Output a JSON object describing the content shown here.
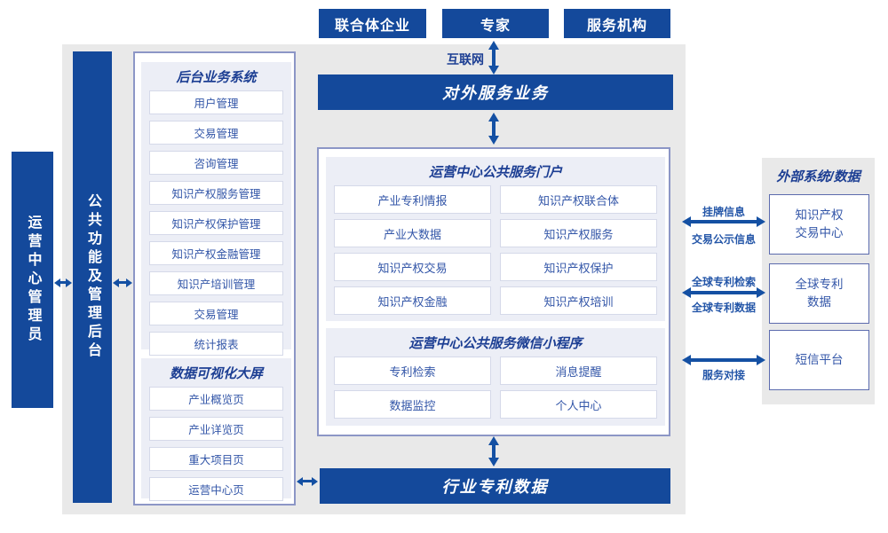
{
  "diagram": {
    "top_actors": [
      {
        "label": "联合体企业"
      },
      {
        "label": "专家"
      },
      {
        "label": "服务机构"
      }
    ],
    "internet_label": "互联网",
    "external_service_bar": "对外服务业务",
    "admin_sidebar": "运营中心管理员",
    "management_sidebar": "公共功能及管理后台",
    "backend_system": {
      "title": "后台业务系统",
      "items": [
        "用户管理",
        "交易管理",
        "咨询管理",
        "知识产权服务管理",
        "知识产权保护管理",
        "知识产权金融管理",
        "知识产培训管理",
        "交易管理",
        "统计报表"
      ]
    },
    "dashboard": {
      "title": "数据可视化大屏",
      "items": [
        "产业概览页",
        "产业详览页",
        "重大项目页",
        "运营中心页"
      ]
    },
    "portal": {
      "title": "运营中心公共服务门户",
      "items": [
        "产业专利情报",
        "知识产权联合体",
        "产业大数据",
        "知识产权服务",
        "知识产权交易",
        "知识产权保护",
        "知识产权金融",
        "知识产权培训"
      ]
    },
    "miniprogram": {
      "title": "运营中心公共服务微信小程序",
      "items": [
        "专利检索",
        "消息提醒",
        "数据监控",
        "个人中心"
      ]
    },
    "industry_data_bar": "行业专利数据",
    "external_systems": {
      "title": "外部系统/数据",
      "boxes": [
        "知识产权\n交易中心",
        "全球专利\n数据",
        "短信平台"
      ]
    },
    "links": [
      {
        "top": "挂牌信息",
        "bottom": "交易公示信息"
      },
      {
        "top": "全球专利检索",
        "bottom": "全球专利数据"
      },
      {
        "top": "",
        "bottom": "服务对接"
      }
    ]
  },
  "colors": {
    "primary_blue": "#14499B",
    "arrow_blue": "#1450A3",
    "panel_lavender": "#ECEEF6",
    "container_border": "#8C96C6",
    "item_border": "#D5D9E9",
    "item_text_blue": "#3356A8",
    "title_navy": "#1C3E93",
    "background_gray": "#E9E9E9"
  }
}
